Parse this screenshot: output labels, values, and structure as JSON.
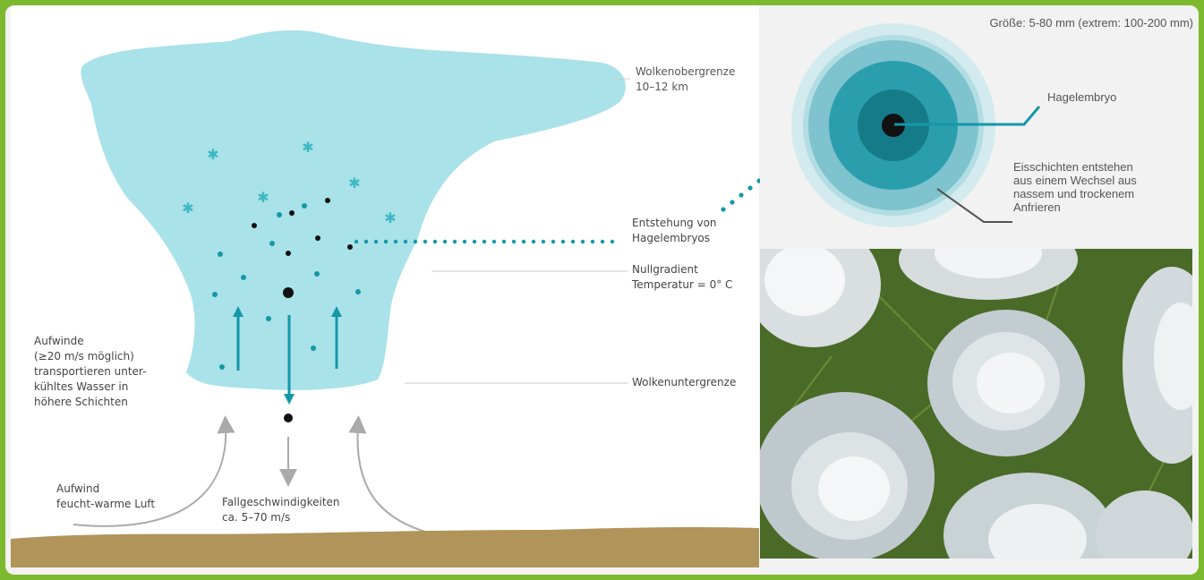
{
  "colors": {
    "frame_border": "#7cb92e",
    "cloud": "#a9e2e8",
    "accent_teal": "#1497a9",
    "ground": "#b0945a",
    "ring_outer": "#d3ebee",
    "ring_2": "#b2dde3",
    "ring_3": "#7ec3cd",
    "ring_4": "#2a9eac",
    "ring_inner": "#167b88",
    "core": "#111111"
  },
  "diagram": {
    "cloud_top": {
      "line1": "Wolkenobergrenze",
      "line2": "10–12 km"
    },
    "embryo_formation": {
      "line1": "Entstehung von",
      "line2": "Hagelembryos"
    },
    "zero_gradient": {
      "line1": "Nullgradient",
      "line2": "Temperatur = 0° C"
    },
    "cloud_base": "Wolkenuntergrenze",
    "updrafts": {
      "line1": "Aufwinde",
      "line2": "(≥20 m/s möglich)",
      "line3": "transportieren unter-",
      "line4": "kühltes Wasser in",
      "line5": "höhere Schichten"
    },
    "updraft_ground": {
      "line1": "Aufwind",
      "line2": "feucht-warme Luft"
    },
    "fall_speed": {
      "line1": "Fallgeschwindigkeiten",
      "line2": "ca. 5–70 m/s"
    }
  },
  "embryo": {
    "size_note": "Größe: 5-80 mm (extrem: 100-200 mm)",
    "hail_embryo": "Hagelembryo",
    "ice_layers": {
      "line1": "Eisschichten entstehen",
      "line2": "aus einem Wechsel aus",
      "line3": "nassem und trockenem",
      "line4": "Anfrieren"
    }
  },
  "photo": {
    "subject": "hailstones-closeup"
  }
}
